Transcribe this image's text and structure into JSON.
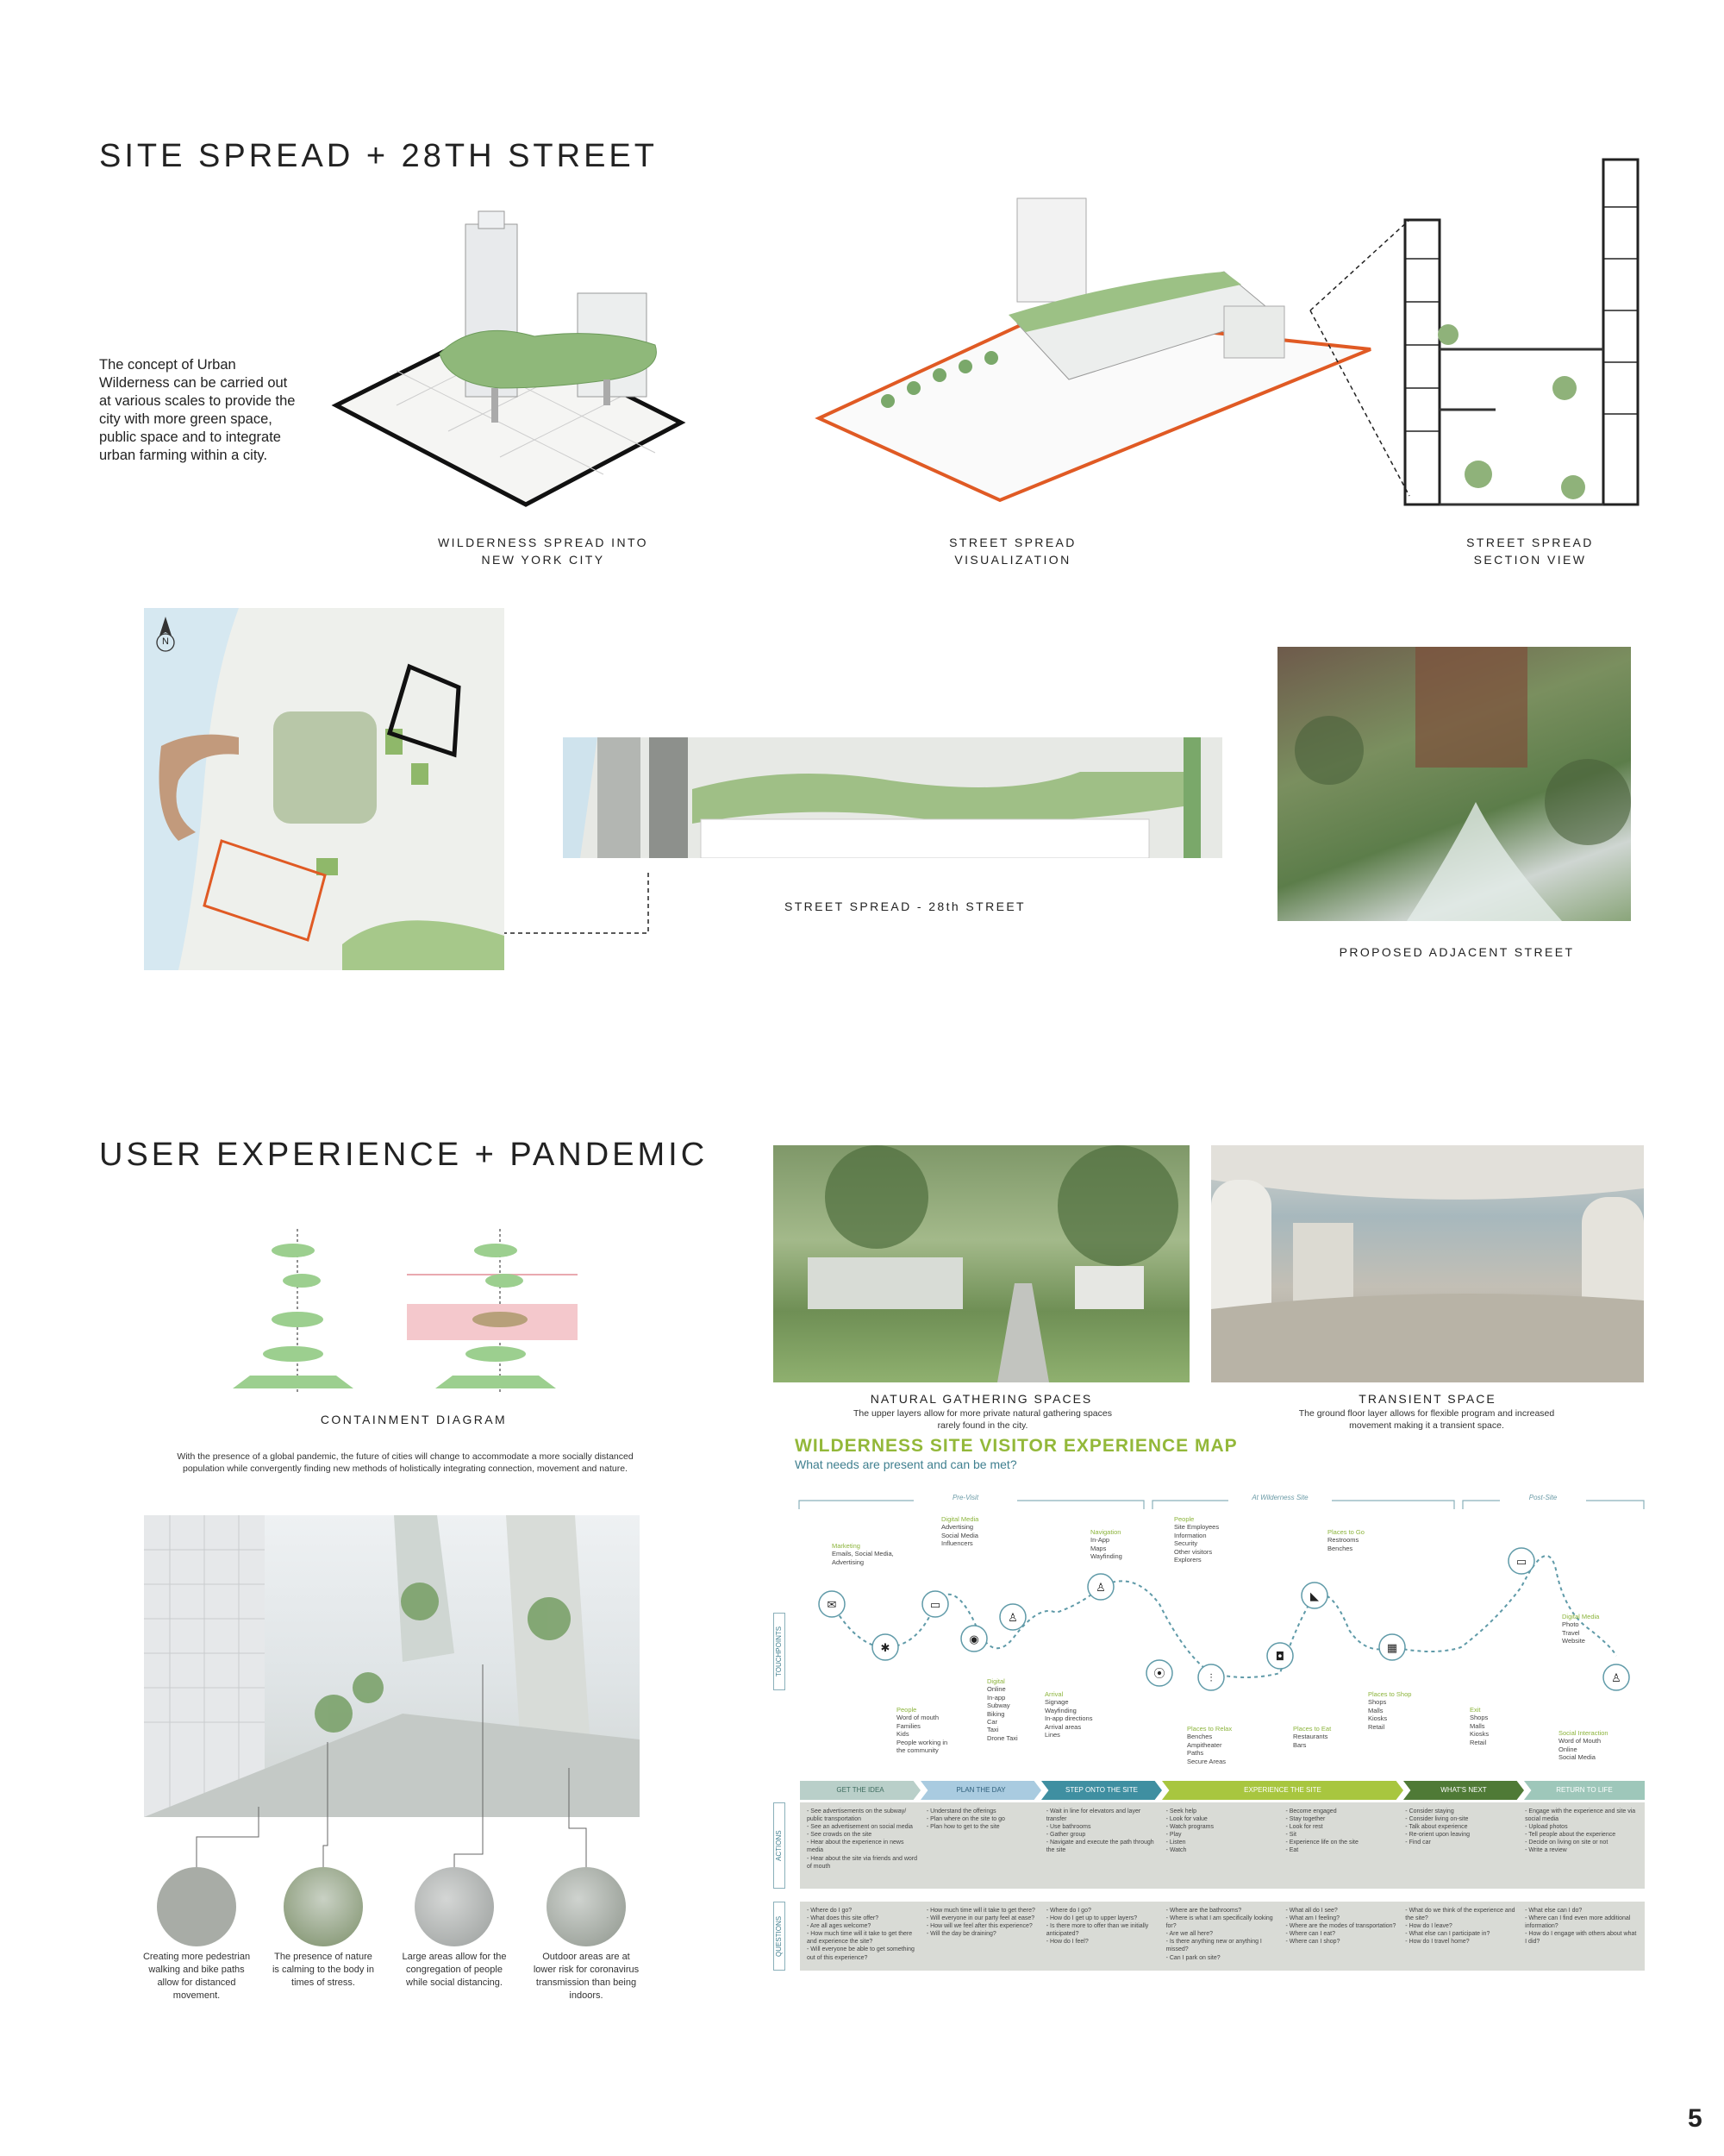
{
  "section1": {
    "title": "SITE SPREAD + 28TH STREET",
    "intro": "The concept of Urban Wilderness can be carried out at various scales to provide the city with more green space, public space and to integrate urban farming within a city.",
    "captions": {
      "spread_nyc": "WILDERNESS SPREAD INTO\nNEW YORK CITY",
      "street_vis": "STREET SPREAD\nVISUALIZATION",
      "street_section": "STREET SPREAD\nSECTION VIEW",
      "street_28th": "STREET SPREAD - 28th STREET",
      "adjacent": "PROPOSED ADJACENT STREET"
    },
    "north_label": "N"
  },
  "section2": {
    "title": "USER EXPERIENCE + PANDEMIC",
    "containment_caption": "CONTAINMENT DIAGRAM",
    "pandemic_text": "With the presence of a global pandemic, the future of cities will change to accommodate a more socially distanced population while convergently finding new methods of holistically integrating connection, movement and nature.",
    "gathering": {
      "title": "NATURAL GATHERING SPACES",
      "desc": "The upper layers allow for more private natural gathering spaces rarely found in the city."
    },
    "transient": {
      "title": "TRANSIENT SPACE",
      "desc": "The ground floor layer allows for flexible program and increased movement making it a transient space."
    },
    "circles": [
      "Creating more pedestrian walking and bike paths allow for distanced movement.",
      "The presence of nature is calming to the body in times of stress.",
      "Large areas allow for the congregation of people while social distancing.",
      "Outdoor areas are at lower risk for coronavirus transmission than being indoors."
    ]
  },
  "map": {
    "title": "WILDERNESS SITE VISITOR EXPERIENCE MAP",
    "subtitle": "What needs are present and can be met?",
    "phases": [
      "Pre-Visit",
      "At Wilderness Site",
      "Post-Site"
    ],
    "touchpoints_label": "TOUCHPOINTS",
    "actions_label": "ACTIONS",
    "questions_label": "QUESTIONS",
    "touchpoints_top": [
      {
        "h": "Marketing",
        "t": "Emails, Social Media, Advertising"
      },
      {
        "h": "Digital Media",
        "t": "Advertising\nSocial Media\nInfluencers"
      },
      {
        "h": "Navigation",
        "t": "In-App\nMaps\nWayfinding"
      },
      {
        "h": "People",
        "t": "Site Employees\nInformation\nSecurity\nOther visitors\nExplorers"
      },
      {
        "h": "Places to Go",
        "t": "Restrooms\nBenches"
      },
      {
        "h": "Digital Media",
        "t": "Photo\nTravel\nWebsite"
      }
    ],
    "touchpoints_bottom": [
      {
        "h": "People",
        "t": "Word of mouth\nFamilies\nKids\nPeople working in the community"
      },
      {
        "h": "Digital",
        "t": "Online\nIn-app\nSubway\nBiking\nCar\nTaxi\nDrone Taxi"
      },
      {
        "h": "Arrival",
        "t": "Signage\nWayfinding\nIn-app directions\nArrival areas\nLines"
      },
      {
        "h": "Places to Relax",
        "t": "Benches\nAmpitheater\nPaths\nSecure Areas"
      },
      {
        "h": "Places to Eat",
        "t": "Restaurants\nBars"
      },
      {
        "h": "Places to Shop",
        "t": "Shops\nMalls\nKiosks\nRetail"
      },
      {
        "h": "Exit",
        "t": "Shops\nMalls\nKiosks\nRetail"
      },
      {
        "h": "Social Interaction",
        "t": "Word of Mouth\nOnline\nSocial Media"
      }
    ],
    "stages": [
      {
        "label": "GET THE IDEA",
        "color": "#b9cfc9"
      },
      {
        "label": "PLAN THE DAY",
        "color": "#a9cbe0"
      },
      {
        "label": "STEP ONTO THE SITE",
        "color": "#3f8fa1"
      },
      {
        "label": "EXPERIENCE THE SITE",
        "color": "#a8c63f"
      },
      {
        "label": "WHAT'S NEXT",
        "color": "#4f7a36"
      },
      {
        "label": "RETURN TO LIFE",
        "color": "#9ec7ba"
      }
    ],
    "actions": [
      "- See advertisements on the subway/ public transportation\n- See an advertisement on social media\n- See crowds on the site\n- Hear about the experience in news media\n- Hear about the site via friends and word of mouth",
      "- Understand the offerings\n- Plan where on the site to go\n- Plan how to get to the site",
      "- Wait in line for elevators and layer transfer\n- Use bathrooms\n- Gather group\n- Navigate and execute the path through the site",
      "- Seek help\n- Look for value\n- Watch programs\n- Play\n- Listen\n- Watch",
      "- Become engaged\n- Stay together\n- Look for rest\n- Sit\n- Experience life on the site\n- Eat",
      "- Consider staying\n- Consider living on-site\n- Talk about experience\n- Re-orient upon leaving\n- Find car",
      "- Engage with the experience and site via social media\n- Upload photos\n- Tell people about the experience\n- Decide on living on site or not\n- Write a review"
    ],
    "questions": [
      "- Where do I go?\n- What does this site offer?\n- Are all ages welcome?\n- How much time will it take to get there and experience the site?\n- Will everyone be able to get something out of this experience?",
      "- How much time will it take to get there?\n- Will everyone in our party feel at ease?\n- How will we feel after this experience?\n- Will the day be draining?",
      "- Where do I go?\n- How do I get up to upper layers?\n- Is there more to offer than we initially anticipated?\n- How do I feel?",
      "- Where are the bathrooms?\n- Where is what I am specifically looking for?\n- Are we all here?\n- Is there anything new or anything I missed?\n- Can I park on site?",
      "- What all do I see?\n- What am I feeling?\n- Where are the modes of transportation?\n- Where can I eat?\n- Where can I shop?",
      "- What do we think of the experience and the site?\n- How do I leave?\n- What else can I participate in?\n- How do I travel home?",
      "- What else can I do?\n- Where can I find even more additional information?\n- How do I engage with others about what I did?"
    ]
  },
  "page_number": "5"
}
